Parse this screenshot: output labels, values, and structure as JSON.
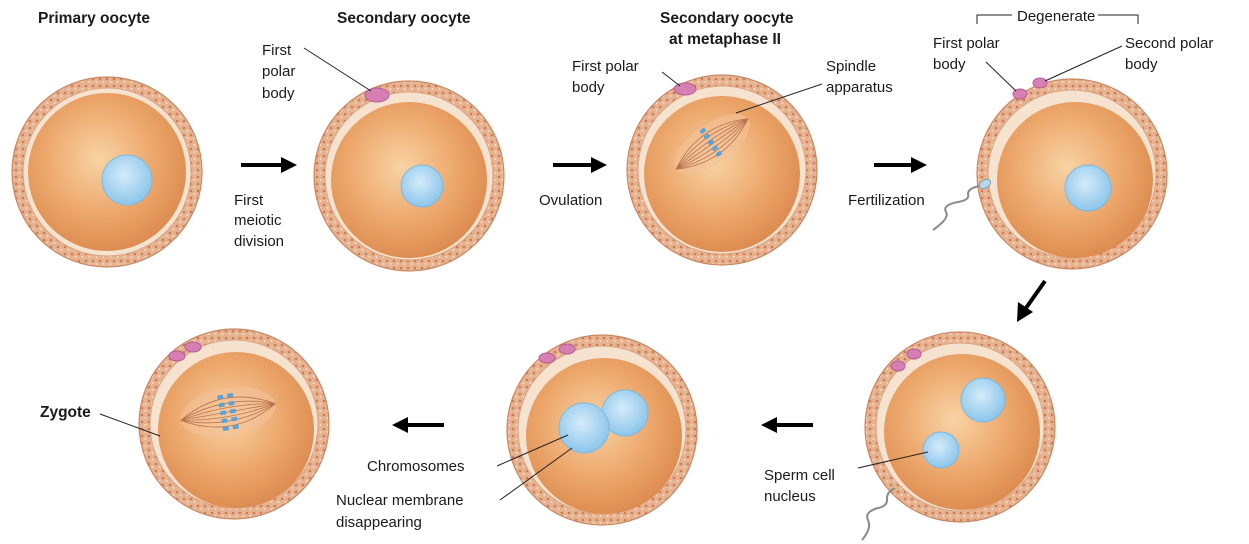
{
  "titles": {
    "primary": "Primary oocyte",
    "secondary": "Secondary oocyte",
    "metaphase_line1": "Secondary oocyte",
    "metaphase_line2": "at metaphase II",
    "zygote": "Zygote"
  },
  "steps": {
    "first_meiotic_1": "First",
    "first_meiotic_2": "meiotic",
    "first_meiotic_3": "division",
    "ovulation": "Ovulation",
    "fertilization": "Fertilization"
  },
  "labels": {
    "first_polar_a_1": "First",
    "first_polar_a_2": "polar",
    "first_polar_a_3": "body",
    "first_polar_b_1": "First polar",
    "first_polar_b_2": "body",
    "spindle_1": "Spindle",
    "spindle_2": "apparatus",
    "degenerate": "Degenerate",
    "first_polar_c_1": "First polar",
    "first_polar_c_2": "body",
    "second_polar_1": "Second polar",
    "second_polar_2": "body",
    "sperm_1": "Sperm cell",
    "sperm_2": "nucleus",
    "chromosomes": "Chromosomes",
    "membrane_1": "Nuclear membrane",
    "membrane_2": "disappearing"
  },
  "colors": {
    "cytoplasm": "#e8a066",
    "cytoplasm_center": "#f6cc9a",
    "zona": "#f4ddc4",
    "corona": "#e6b08c",
    "nucleus": "#9fd0ee",
    "polar_body": "#d77fb3",
    "sperm": "#8a8a8a"
  }
}
